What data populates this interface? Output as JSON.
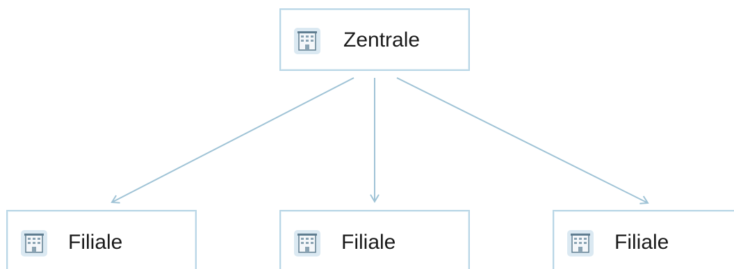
{
  "diagram": {
    "root": {
      "label": "Zentrale",
      "icon": "building-icon"
    },
    "children": [
      {
        "label": "Filiale",
        "icon": "building-icon"
      },
      {
        "label": "Filiale",
        "icon": "building-icon"
      },
      {
        "label": "Filiale",
        "icon": "building-icon"
      }
    ],
    "colors": {
      "edge": "#9fc3d6",
      "node_border": "#b8d6e6",
      "icon_fill": "#dbe9f2",
      "icon_stroke": "#5f7d90",
      "text": "#1a1a1a"
    }
  }
}
